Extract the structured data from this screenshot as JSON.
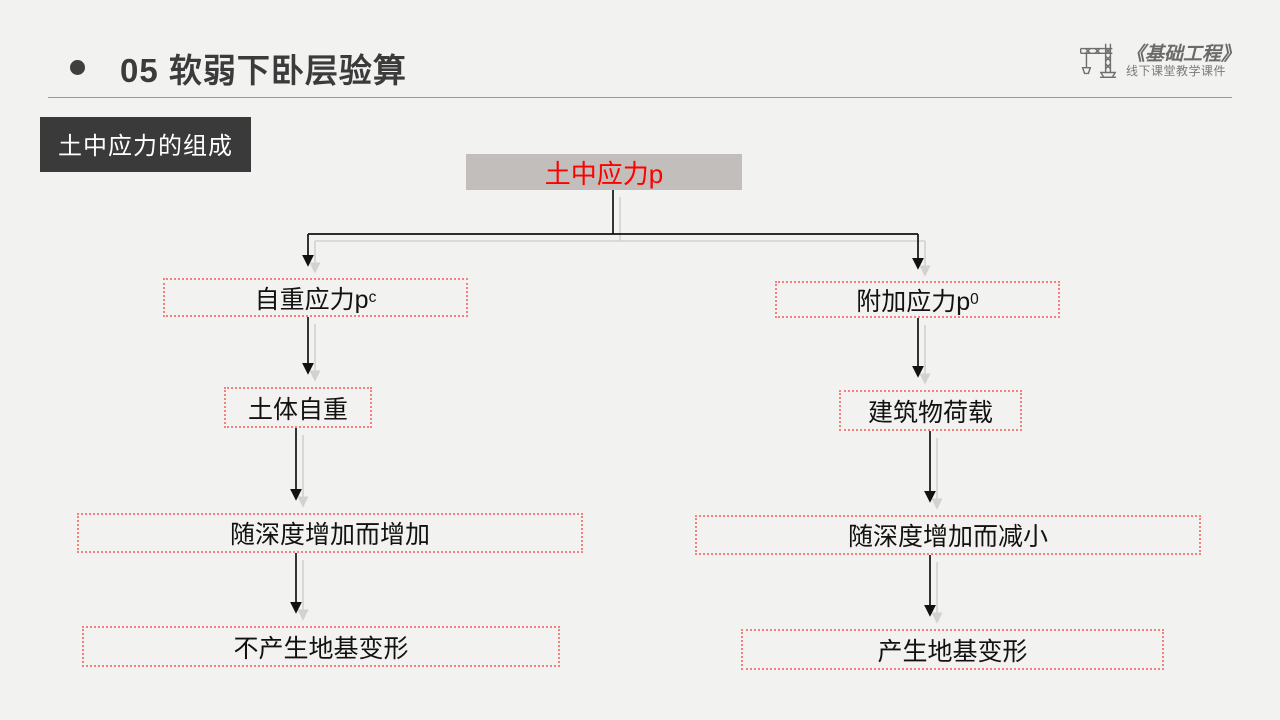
{
  "header": {
    "bullet": "bullet-dot",
    "title": "05  软弱下卧层验算"
  },
  "brand": {
    "icon": "crane-icon",
    "name": "《基础工程》",
    "subtitle": "线下课堂教学课件"
  },
  "section": {
    "banner_label": "土中应力的组成"
  },
  "colors": {
    "background": "#f2f2f0",
    "banner_bg": "#3a3a3a",
    "root_node_bg": "#c2bebb",
    "root_node_text": "#ff0000",
    "node_border": "#f3827e",
    "arrow": "#121212",
    "arrow_shadow": "#cfcfcf",
    "rule": "#9a9a9a"
  },
  "chart_data": {
    "type": "diagram",
    "title": "土中应力的组成",
    "root": {
      "id": "root",
      "label": "土中应力p",
      "style": "filled-grey-red-text"
    },
    "branches": [
      {
        "id": "left",
        "nodes": [
          {
            "id": "left-1",
            "label_main": "自重应力p",
            "label_sub": "c"
          },
          {
            "id": "left-2",
            "label_main": "土体自重",
            "label_sub": ""
          },
          {
            "id": "left-3",
            "label_main": "随深度增加而增加",
            "label_sub": ""
          },
          {
            "id": "left-4",
            "label_main": "不产生地基变形",
            "label_sub": ""
          }
        ]
      },
      {
        "id": "right",
        "nodes": [
          {
            "id": "right-1",
            "label_main": "附加应力p",
            "label_sub": "0"
          },
          {
            "id": "right-2",
            "label_main": "建筑物荷载",
            "label_sub": ""
          },
          {
            "id": "right-3",
            "label_main": "随深度增加而减小",
            "label_sub": ""
          },
          {
            "id": "right-4",
            "label_main": "产生地基变形",
            "label_sub": ""
          }
        ]
      }
    ],
    "edges": [
      {
        "from": "root",
        "to": "left-1"
      },
      {
        "from": "root",
        "to": "right-1"
      },
      {
        "from": "left-1",
        "to": "left-2"
      },
      {
        "from": "left-2",
        "to": "left-3"
      },
      {
        "from": "left-3",
        "to": "left-4"
      },
      {
        "from": "right-1",
        "to": "right-2"
      },
      {
        "from": "right-2",
        "to": "right-3"
      },
      {
        "from": "right-3",
        "to": "right-4"
      }
    ]
  }
}
